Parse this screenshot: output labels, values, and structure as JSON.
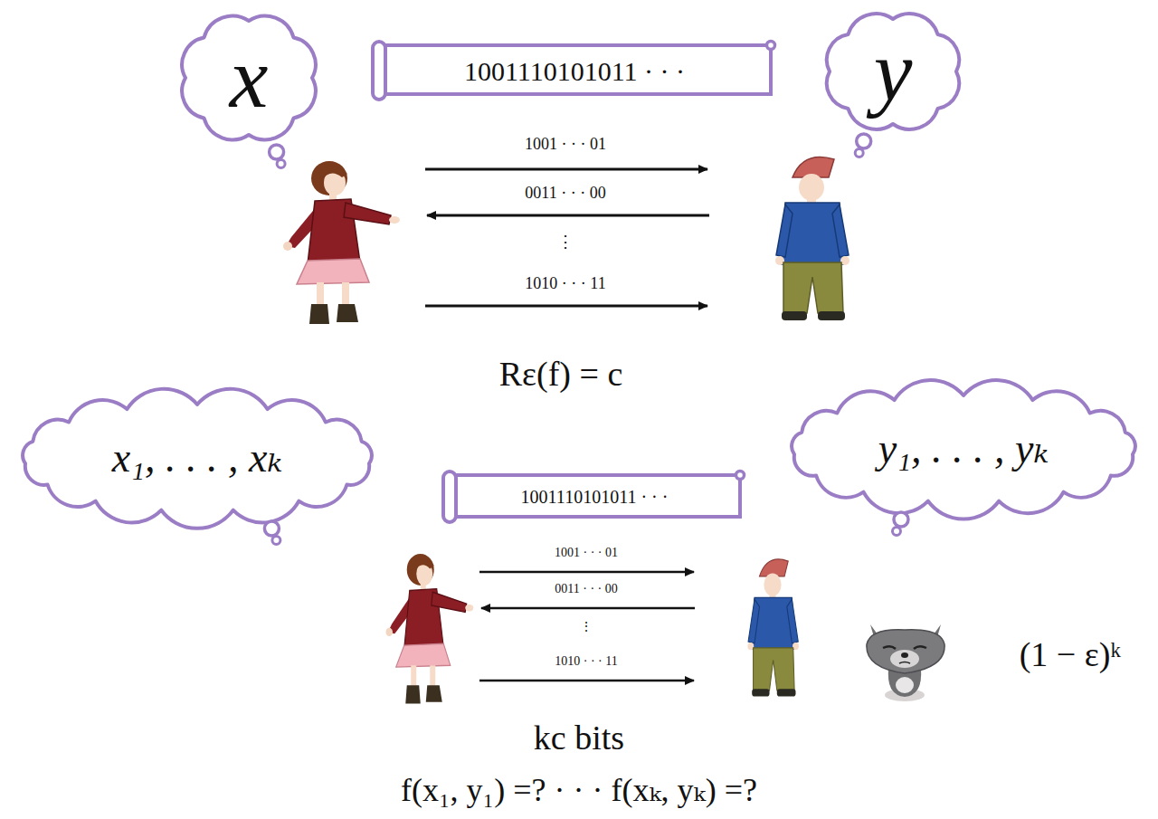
{
  "diagram": {
    "nodes": [
      {
        "text": [
          "x"
        ]
      },
      {
        "text": [
          "1001110101011 · · ·"
        ]
      },
      {
        "text": [
          "y"
        ]
      },
      {
        "text": [
          "x₁, . . . , xₖ"
        ]
      },
      {
        "text": [
          "1001110101011 · · ·"
        ]
      },
      {
        "text": [
          "y₁, . . . , yₖ"
        ]
      }
    ],
    "labels": [
      "1001 · · · 01",
      "0011 · · · 00",
      "⋮",
      "1010 · · · 11",
      "Rε(f) = c",
      "1001 · · · 01",
      "0011 · · · 00",
      "⋮",
      "1010 · · · 11",
      "(1 − ε)ᵏ",
      "kc bits",
      "f(x₁, y₁) =? · · · f(xₖ, yₖ) =?"
    ]
  }
}
